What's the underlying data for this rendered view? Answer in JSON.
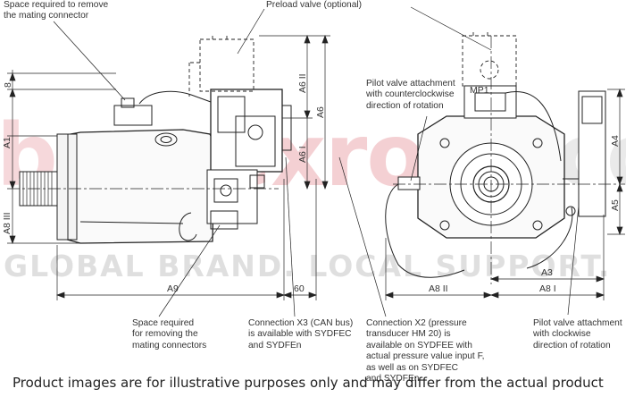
{
  "watermark": {
    "brand_part1": "buy",
    "brand_part2": "rexroth",
    "brand_part3": ".com",
    "slogan": "GLOBAL BRAND. LOCAL SUPPORT."
  },
  "callouts": {
    "space_connector": "Space required to remove\nthe mating connector",
    "preload_valve": "Preload valve (optional)",
    "pilot_ccw": "Pilot valve attachment\nwith counterclockwise\ndirection of rotation",
    "space_connectors": "Space required\nfor removing the\nmating connectors",
    "x3": "Connection X3 (CAN bus)\nis available with SYDFEC\nand SYDFEn",
    "x2": "Connection X2 (pressure\ntransducer HM 20) is\navailable on SYDFEE with\nactual pressure value input F,\nas well as on SYDFEC\nand SYDFEn",
    "pilot_cw": "Pilot valve attachment\nwith clockwise\ndirection of rotation"
  },
  "dimensions": {
    "a1": "A1",
    "a8_iii": "A8 III",
    "dim_8": "8",
    "a6_ii": "A6 II",
    "a6_i": "A6 I",
    "a6": "A6",
    "a9": "A9",
    "dim_60": "60",
    "mp1": "MP1",
    "a4": "A4",
    "a5": "A5",
    "a3": "A3",
    "a8_ii": "A8 II",
    "a8_i": "A8 I"
  },
  "disclaimer": "Product images are for illustrative purposes only and may differ from the actual product"
}
